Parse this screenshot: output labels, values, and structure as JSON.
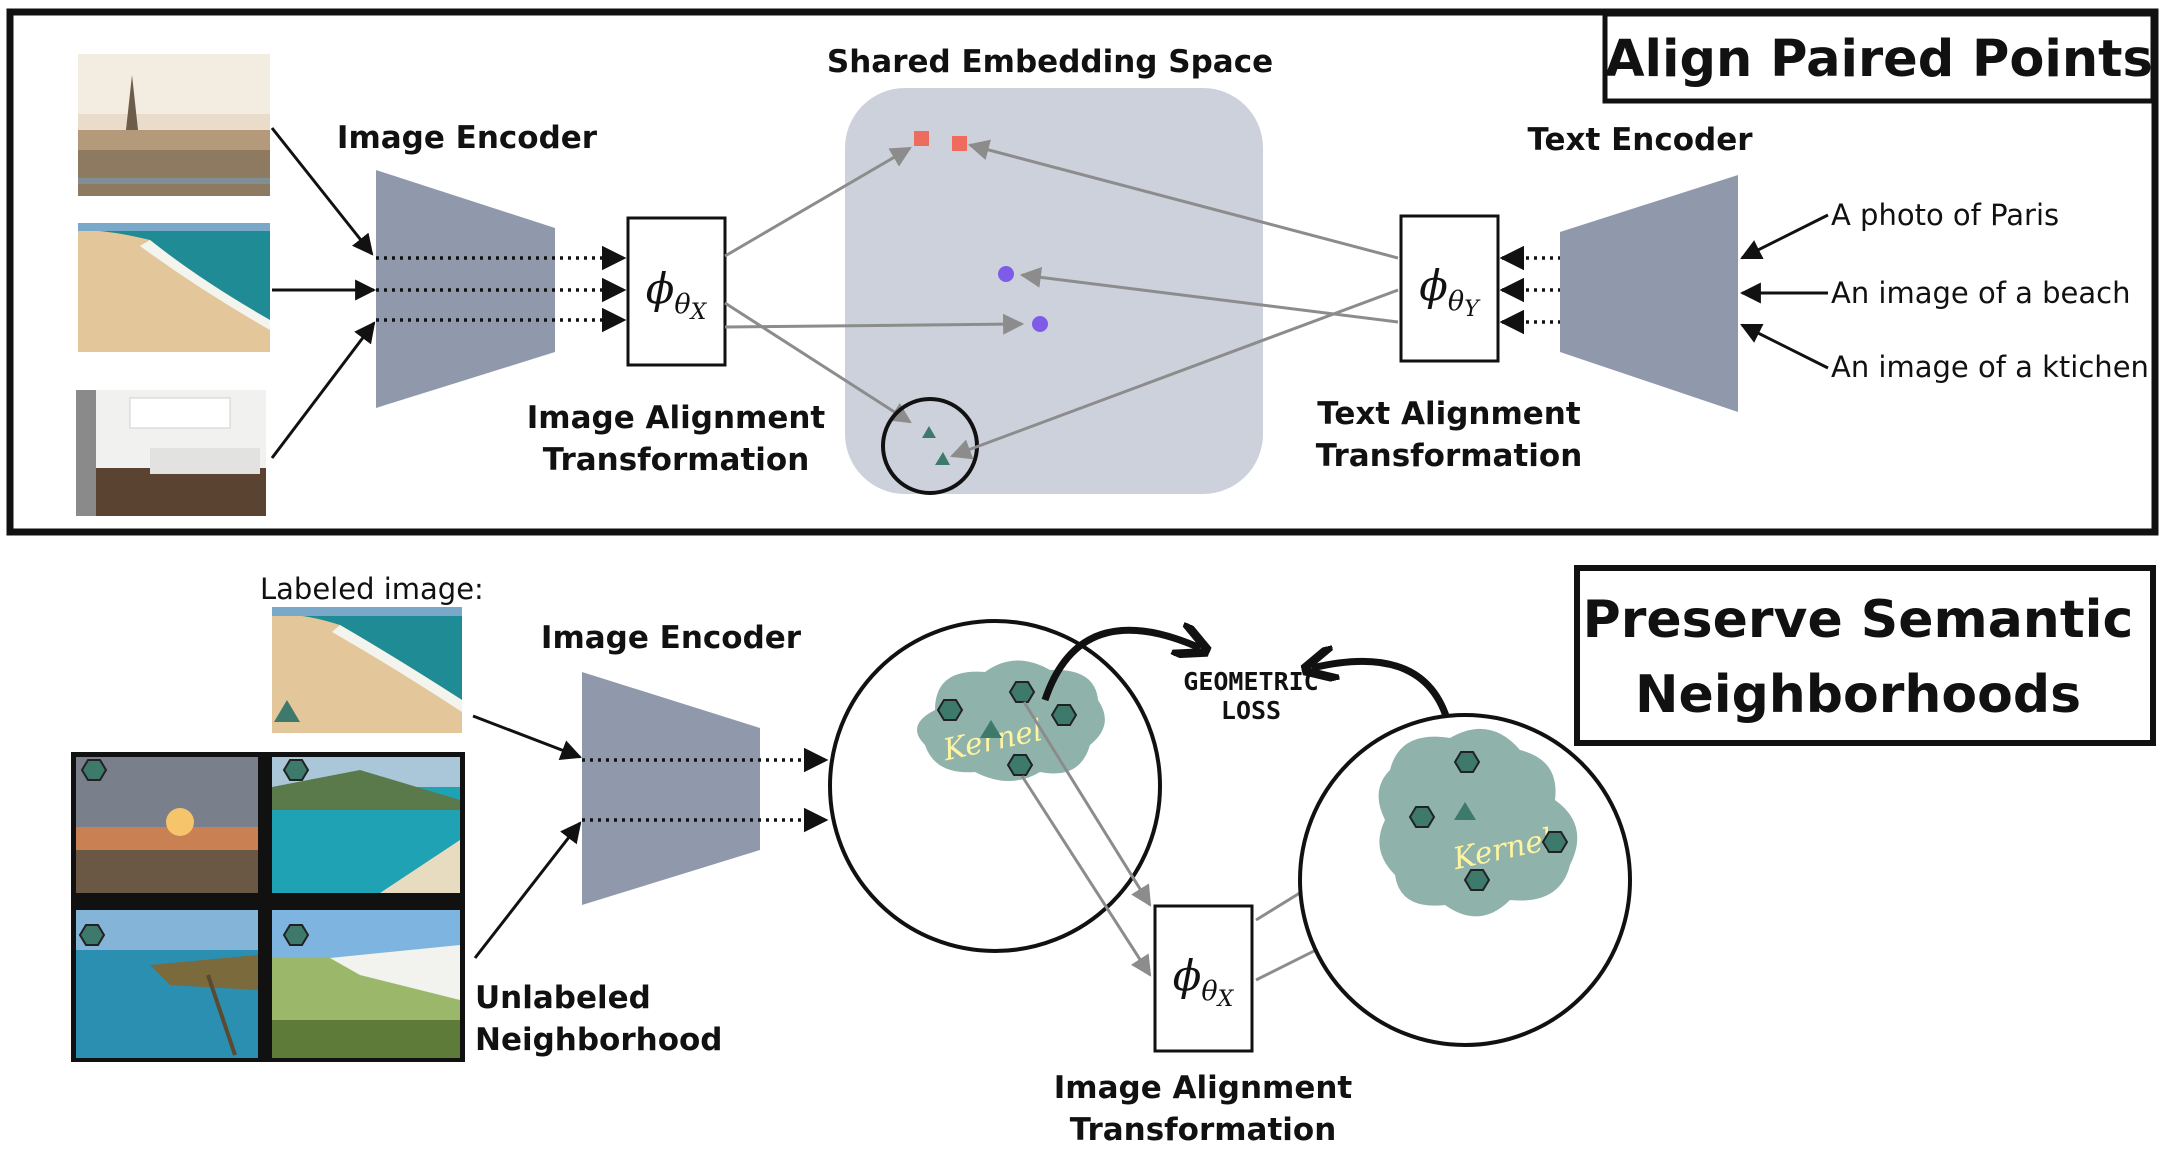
{
  "top_panel": {
    "title": "Align Paired Points",
    "embedding_space_label": "Shared Embedding Space",
    "image_encoder_label": "Image Encoder",
    "text_encoder_label": "Text Encoder",
    "image_alignment_line1": "Image Alignment",
    "image_alignment_line2": "Transformation",
    "text_alignment_line1": "Text Alignment",
    "text_alignment_line2": "Transformation",
    "phi_x": "φθX",
    "phi_y": "φθY",
    "captions": [
      "A photo of Paris",
      "An image of a beach",
      "An image of a ktichen"
    ],
    "images": [
      "paris",
      "beach",
      "kitchen"
    ]
  },
  "bottom_panel": {
    "title_line1": "Preserve Semantic",
    "title_line2": "Neighborhoods",
    "labeled_image_label": "Labeled image:",
    "image_encoder_label": "Image Encoder",
    "unlabeled_line1": "Unlabeled",
    "unlabeled_line2": "Neighborhood",
    "geometric_loss_line1": "GEOMETRIC",
    "geometric_loss_line2": "LOSS",
    "kernel_label": "Kernel",
    "image_alignment_line1": "Image Alignment",
    "image_alignment_line2": "Transformation",
    "phi_x": "φθX",
    "neighborhood_images": [
      "sunset-beach",
      "tropical-bay",
      "coastal-cliff",
      "grassy-dunes"
    ]
  },
  "colors": {
    "encoder": "#8f99ab",
    "embedding_space": "#cdd1db",
    "square_marker": "#ee6b5f",
    "circle_marker": "#7e5ce8",
    "triangle_marker": "#3e7a6c",
    "cloud": "#8fb2ab",
    "arrow_grey": "#8c8c8c"
  }
}
